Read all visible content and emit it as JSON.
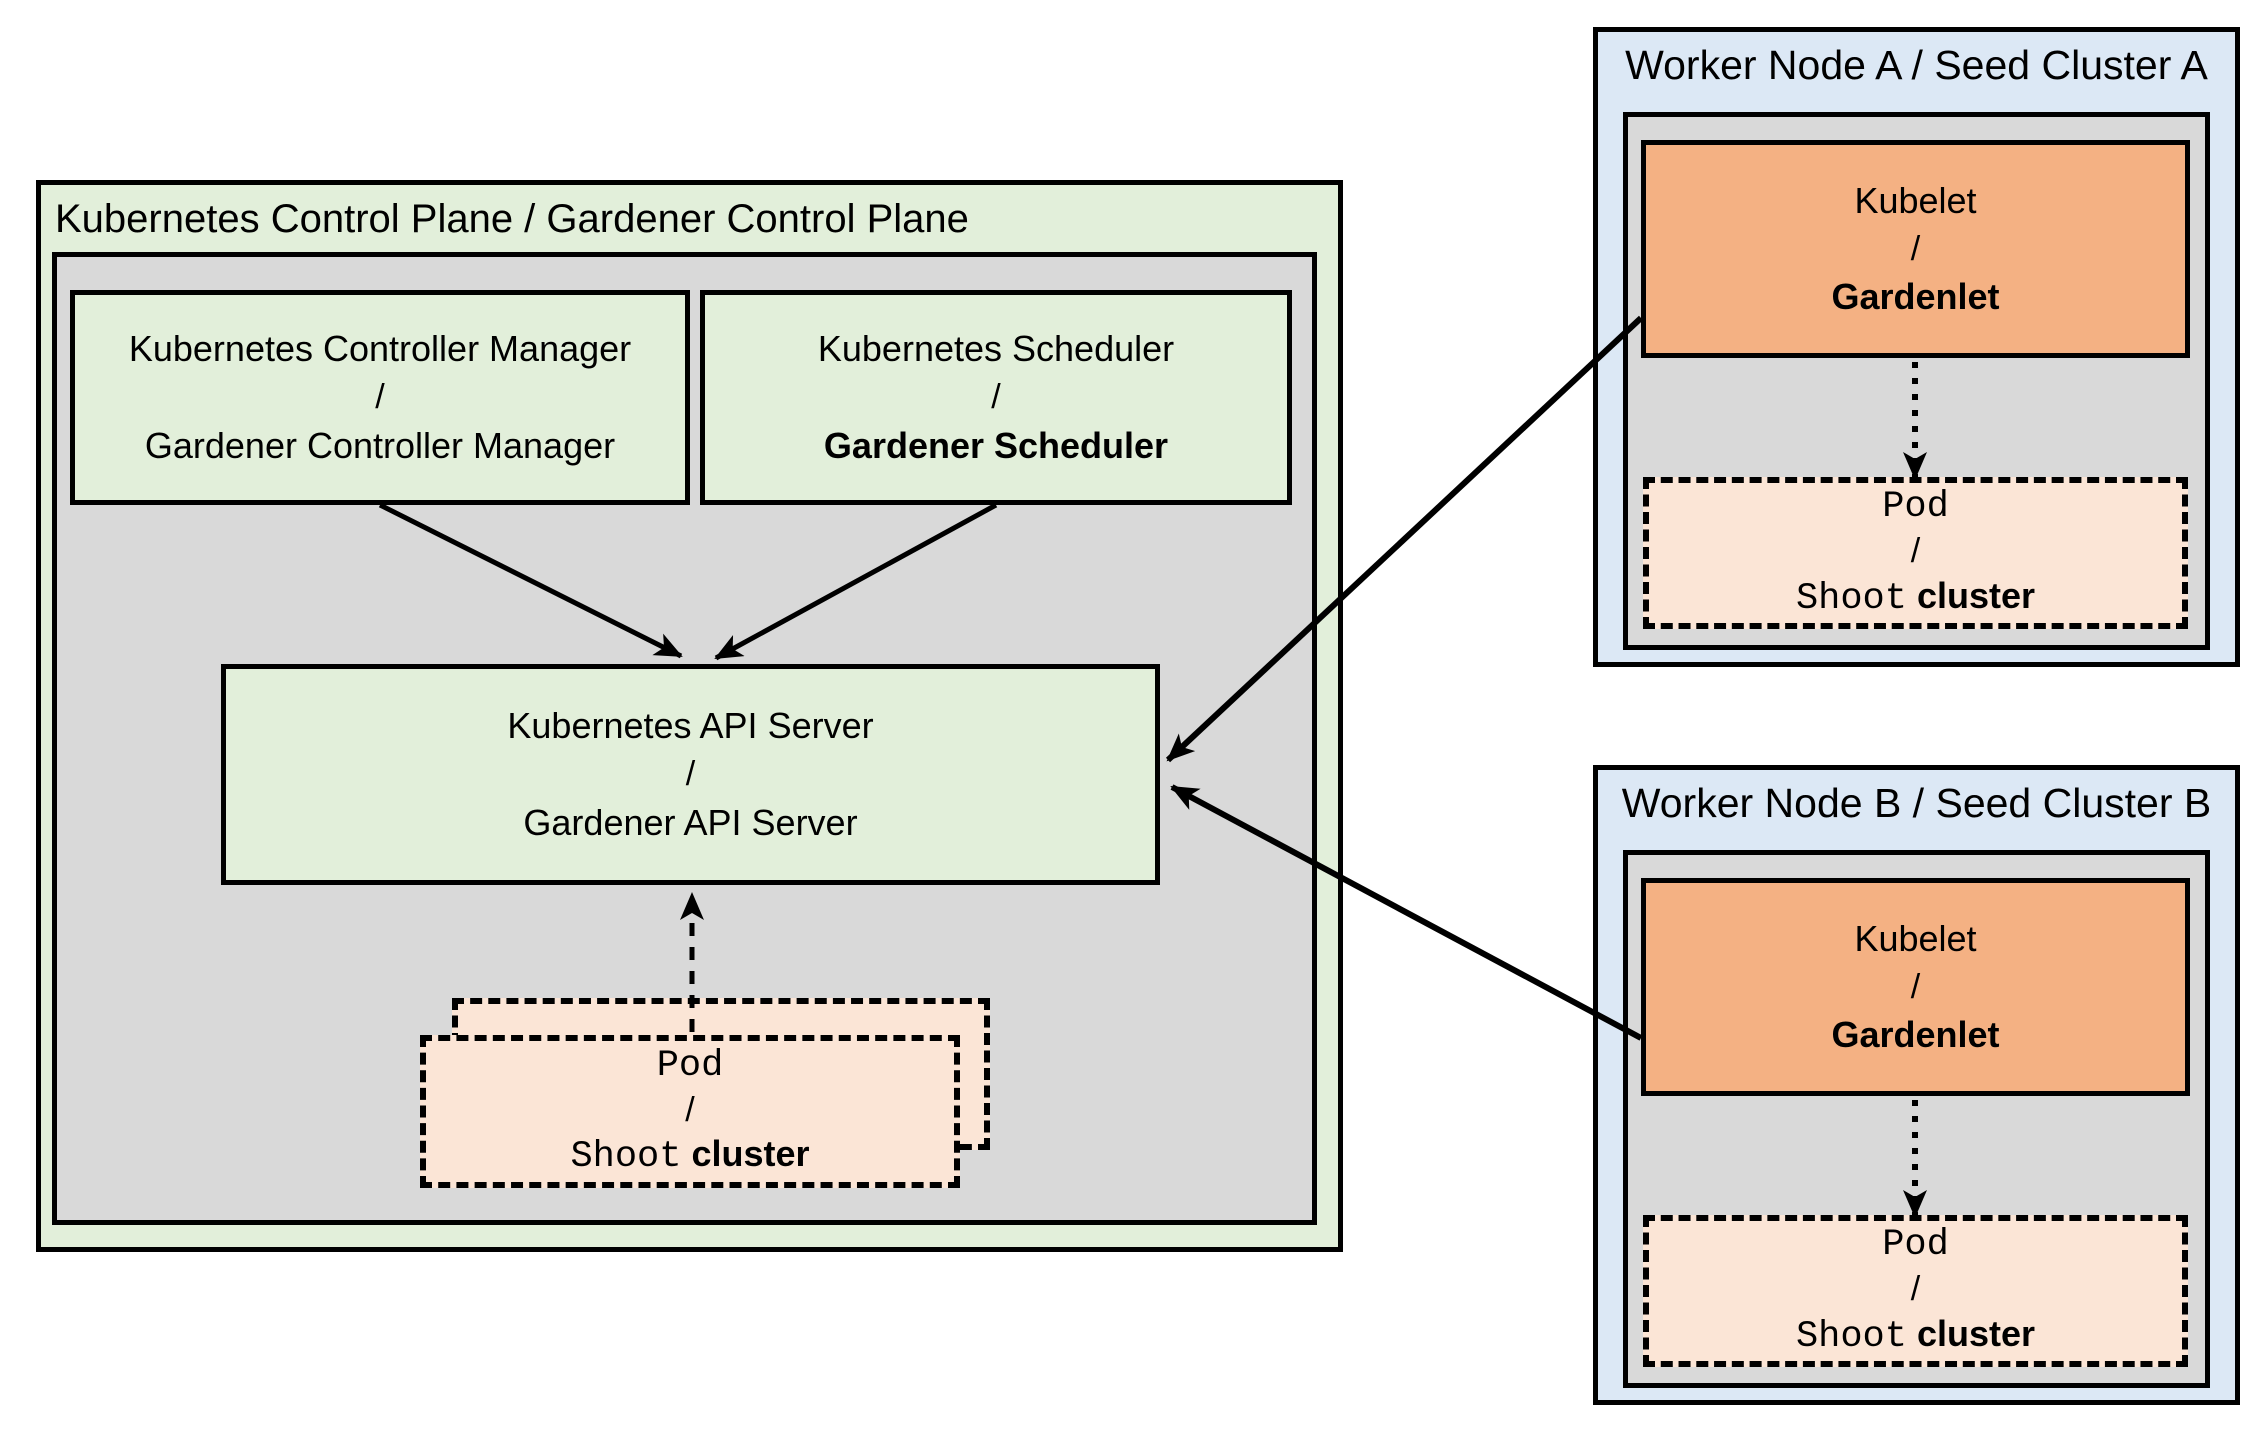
{
  "diagram": {
    "control_plane": {
      "title": "Kubernetes Control Plane / Gardener Control Plane",
      "controller_manager": {
        "line1": "Kubernetes Controller Manager",
        "slash": "/",
        "line2": "Gardener Controller Manager"
      },
      "scheduler": {
        "line1": "Kubernetes Scheduler",
        "slash": "/",
        "line2_bold": "Gardener Scheduler"
      },
      "api_server": {
        "line1": "Kubernetes API Server",
        "slash": "/",
        "line2": "Gardener API Server"
      },
      "pod": {
        "line1_mono": "Pod",
        "slash": "/",
        "line2_mono": "Shoot",
        "line2_suffix_bold": "cluster"
      }
    },
    "worker_node_a": {
      "title": "Worker Node A / Seed Cluster A",
      "kubelet": {
        "line1": "Kubelet",
        "slash": "/",
        "line2_bold": "Gardenlet"
      },
      "pod": {
        "line1_mono": "Pod",
        "slash": "/",
        "line2_mono": "Shoot",
        "line2_suffix_bold": "cluster"
      }
    },
    "worker_node_b": {
      "title": "Worker Node B / Seed Cluster B",
      "kubelet": {
        "line1": "Kubelet",
        "slash": "/",
        "line2_bold": "Gardenlet"
      },
      "pod": {
        "line1_mono": "Pod",
        "slash": "/",
        "line2_mono": "Shoot",
        "line2_suffix_bold": "cluster"
      }
    },
    "edges": [
      {
        "from": "controller-manager",
        "to": "api-server",
        "style": "solid"
      },
      {
        "from": "scheduler",
        "to": "api-server",
        "style": "solid"
      },
      {
        "from": "pod-control-plane",
        "to": "api-server",
        "style": "dashed"
      },
      {
        "from": "kubelet-a",
        "to": "api-server",
        "style": "solid"
      },
      {
        "from": "kubelet-b",
        "to": "api-server",
        "style": "solid"
      },
      {
        "from": "kubelet-a",
        "to": "pod-a",
        "style": "dotted"
      },
      {
        "from": "kubelet-b",
        "to": "pod-b",
        "style": "dotted"
      }
    ],
    "colors": {
      "green": "#E2EFDA",
      "gray": "#D9D9D9",
      "blue": "#DCE8F5",
      "orange": "#F4B183",
      "peach": "#FBE5D6",
      "line": "#000000"
    }
  }
}
